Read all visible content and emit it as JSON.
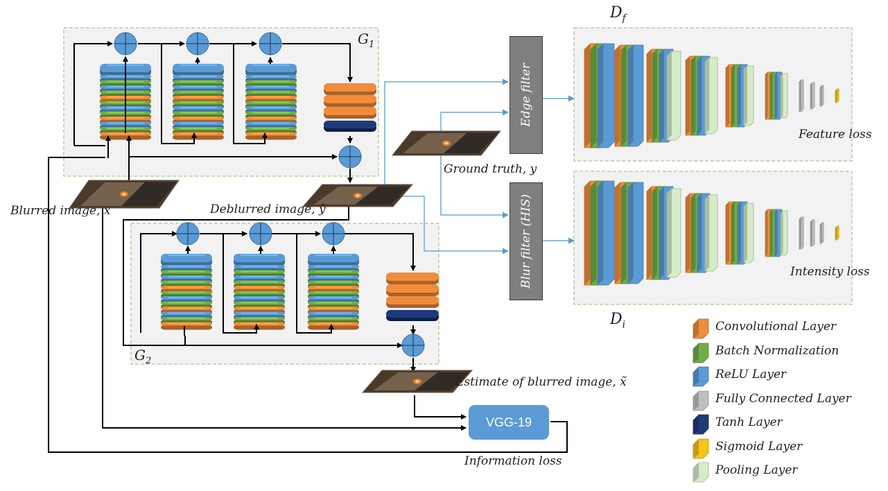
{
  "labels": {
    "g1": "G",
    "g1_sub": "1",
    "g2": "G",
    "g2_sub": "2",
    "df": "D",
    "df_sub": "f",
    "di": "D",
    "di_sub": "i",
    "blurred_image": "Blurred image, x",
    "deblurred_image": "Deblurred image, ỹ",
    "ground_truth": "Ground truth, y",
    "estimate_blurred": "Estimate of blurred image, x̃",
    "feature_loss": "Feature loss",
    "intensity_loss": "Intensity  loss",
    "information_loss": "Information loss",
    "vgg": "VGG-19",
    "edge_filter": "Edge filter",
    "blur_filter": "Blur filter (HIS)"
  },
  "legend": [
    {
      "label": "Convolutional Layer",
      "color": "#f08c3a"
    },
    {
      "label": "Batch Normalization",
      "color": "#70ad47"
    },
    {
      "label": "ReLU Layer",
      "color": "#5b9bd5"
    },
    {
      "label": "Fully Connected Layer",
      "color": "#bfbfbf"
    },
    {
      "label": "Tanh Layer",
      "color": "#1f3a7a"
    },
    {
      "label": "Sigmoid Layer",
      "color": "#f5c518"
    },
    {
      "label": "Pooling Layer",
      "color": "#d5ecc8"
    }
  ],
  "colors": {
    "conv": "#f08c3a",
    "bn": "#70ad47",
    "relu": "#5b9bd5",
    "fc": "#bfbfbf",
    "tanh": "#1f3a7a",
    "sigmoid": "#f5c518",
    "pool": "#d5ecc8",
    "sum_node": "#5b9bd5",
    "panel_fill": "#f2f2f2",
    "panel_border": "#8fbc6f",
    "link_blue": "#6fa8d6"
  }
}
